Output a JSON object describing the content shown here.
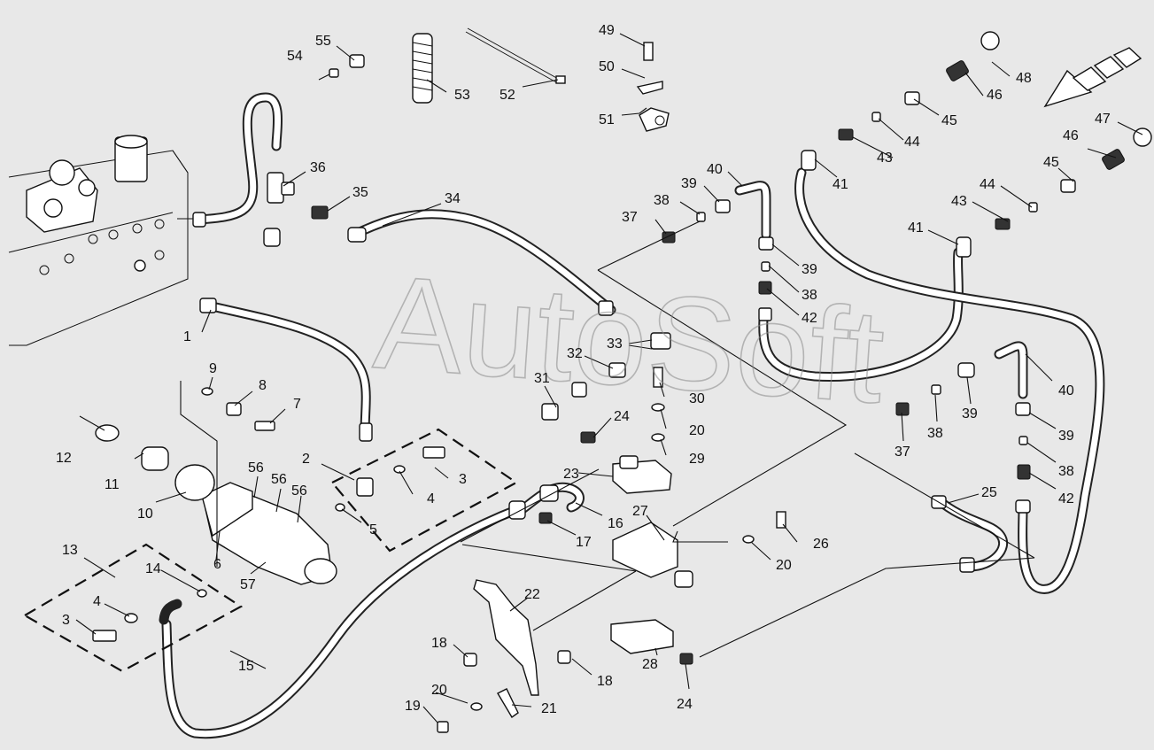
{
  "watermark": "AutoSoft",
  "colors": {
    "background": "#e8e8e8",
    "ink": "#111111",
    "watermark": "#888888"
  },
  "nav_icon": "direction-arrow-icon",
  "callouts": [
    {
      "id": "c55",
      "text": "55"
    },
    {
      "id": "c54",
      "text": "54"
    },
    {
      "id": "c53",
      "text": "53"
    },
    {
      "id": "c52",
      "text": "52"
    },
    {
      "id": "c49",
      "text": "49"
    },
    {
      "id": "c50",
      "text": "50"
    },
    {
      "id": "c51",
      "text": "51"
    },
    {
      "id": "c48",
      "text": "48"
    },
    {
      "id": "c46a",
      "text": "46"
    },
    {
      "id": "c45a",
      "text": "45"
    },
    {
      "id": "c44a",
      "text": "44"
    },
    {
      "id": "c43a",
      "text": "43"
    },
    {
      "id": "c47",
      "text": "47"
    },
    {
      "id": "c46b",
      "text": "46"
    },
    {
      "id": "c41a",
      "text": "41"
    },
    {
      "id": "c45b",
      "text": "45"
    },
    {
      "id": "c44b",
      "text": "44"
    },
    {
      "id": "c43b",
      "text": "43"
    },
    {
      "id": "c41b",
      "text": "41"
    },
    {
      "id": "c36",
      "text": "36"
    },
    {
      "id": "c35",
      "text": "35"
    },
    {
      "id": "c34",
      "text": "34"
    },
    {
      "id": "c40a",
      "text": "40"
    },
    {
      "id": "c39a",
      "text": "39"
    },
    {
      "id": "c38a",
      "text": "38"
    },
    {
      "id": "c37a",
      "text": "37"
    },
    {
      "id": "c39b",
      "text": "39"
    },
    {
      "id": "c38b",
      "text": "38"
    },
    {
      "id": "c42a",
      "text": "42"
    },
    {
      "id": "c1",
      "text": "1"
    },
    {
      "id": "c33",
      "text": "33"
    },
    {
      "id": "c32",
      "text": "32"
    },
    {
      "id": "c31",
      "text": "31"
    },
    {
      "id": "c30",
      "text": "30"
    },
    {
      "id": "c24a",
      "text": "24"
    },
    {
      "id": "c20a",
      "text": "20"
    },
    {
      "id": "c29",
      "text": "29"
    },
    {
      "id": "c9",
      "text": "9"
    },
    {
      "id": "c8",
      "text": "8"
    },
    {
      "id": "c7",
      "text": "7"
    },
    {
      "id": "c12",
      "text": "12"
    },
    {
      "id": "c11",
      "text": "11"
    },
    {
      "id": "c10",
      "text": "10"
    },
    {
      "id": "c2",
      "text": "2"
    },
    {
      "id": "c3a",
      "text": "3"
    },
    {
      "id": "c4a",
      "text": "4"
    },
    {
      "id": "c5",
      "text": "5"
    },
    {
      "id": "c56a",
      "text": "56"
    },
    {
      "id": "c56b",
      "text": "56"
    },
    {
      "id": "c56c",
      "text": "56"
    },
    {
      "id": "c6",
      "text": "6"
    },
    {
      "id": "c57",
      "text": "57"
    },
    {
      "id": "c13",
      "text": "13"
    },
    {
      "id": "c14",
      "text": "14"
    },
    {
      "id": "c4b",
      "text": "4"
    },
    {
      "id": "c3b",
      "text": "3"
    },
    {
      "id": "c23",
      "text": "23"
    },
    {
      "id": "c16",
      "text": "16"
    },
    {
      "id": "c17",
      "text": "17"
    },
    {
      "id": "c27",
      "text": "27"
    },
    {
      "id": "c26",
      "text": "26"
    },
    {
      "id": "c20b",
      "text": "20"
    },
    {
      "id": "c22",
      "text": "22"
    },
    {
      "id": "c18a",
      "text": "18"
    },
    {
      "id": "c18b",
      "text": "18"
    },
    {
      "id": "c20c",
      "text": "20"
    },
    {
      "id": "c19",
      "text": "19"
    },
    {
      "id": "c21",
      "text": "21"
    },
    {
      "id": "c28",
      "text": "28"
    },
    {
      "id": "c24b",
      "text": "24"
    },
    {
      "id": "c15",
      "text": "15"
    },
    {
      "id": "c37b",
      "text": "37"
    },
    {
      "id": "c38c",
      "text": "38"
    },
    {
      "id": "c39c",
      "text": "39"
    },
    {
      "id": "c40b",
      "text": "40"
    },
    {
      "id": "c39d",
      "text": "39"
    },
    {
      "id": "c38d",
      "text": "38"
    },
    {
      "id": "c42b",
      "text": "42"
    },
    {
      "id": "c25",
      "text": "25"
    }
  ]
}
